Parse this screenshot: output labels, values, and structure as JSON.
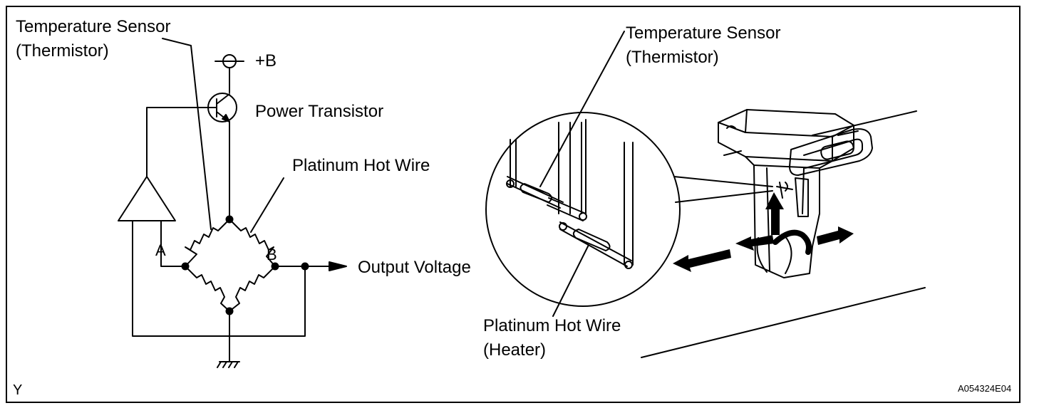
{
  "circuit": {
    "temp_sensor_line1": "Temperature Sensor",
    "temp_sensor_line2": "(Thermistor)",
    "supply": "+B",
    "power_transistor": "Power Transistor",
    "hot_wire": "Platinum Hot Wire",
    "node_a": "A",
    "node_b": "B",
    "output": "Output Voltage"
  },
  "sensor_view": {
    "temp_sensor_line1": "Temperature Sensor",
    "temp_sensor_line2": "(Thermistor)",
    "hot_wire_line1": "Platinum Hot Wire",
    "hot_wire_line2": "(Heater)"
  },
  "footer": {
    "corner_mark": "Y",
    "figure_code": "A054324E04"
  }
}
